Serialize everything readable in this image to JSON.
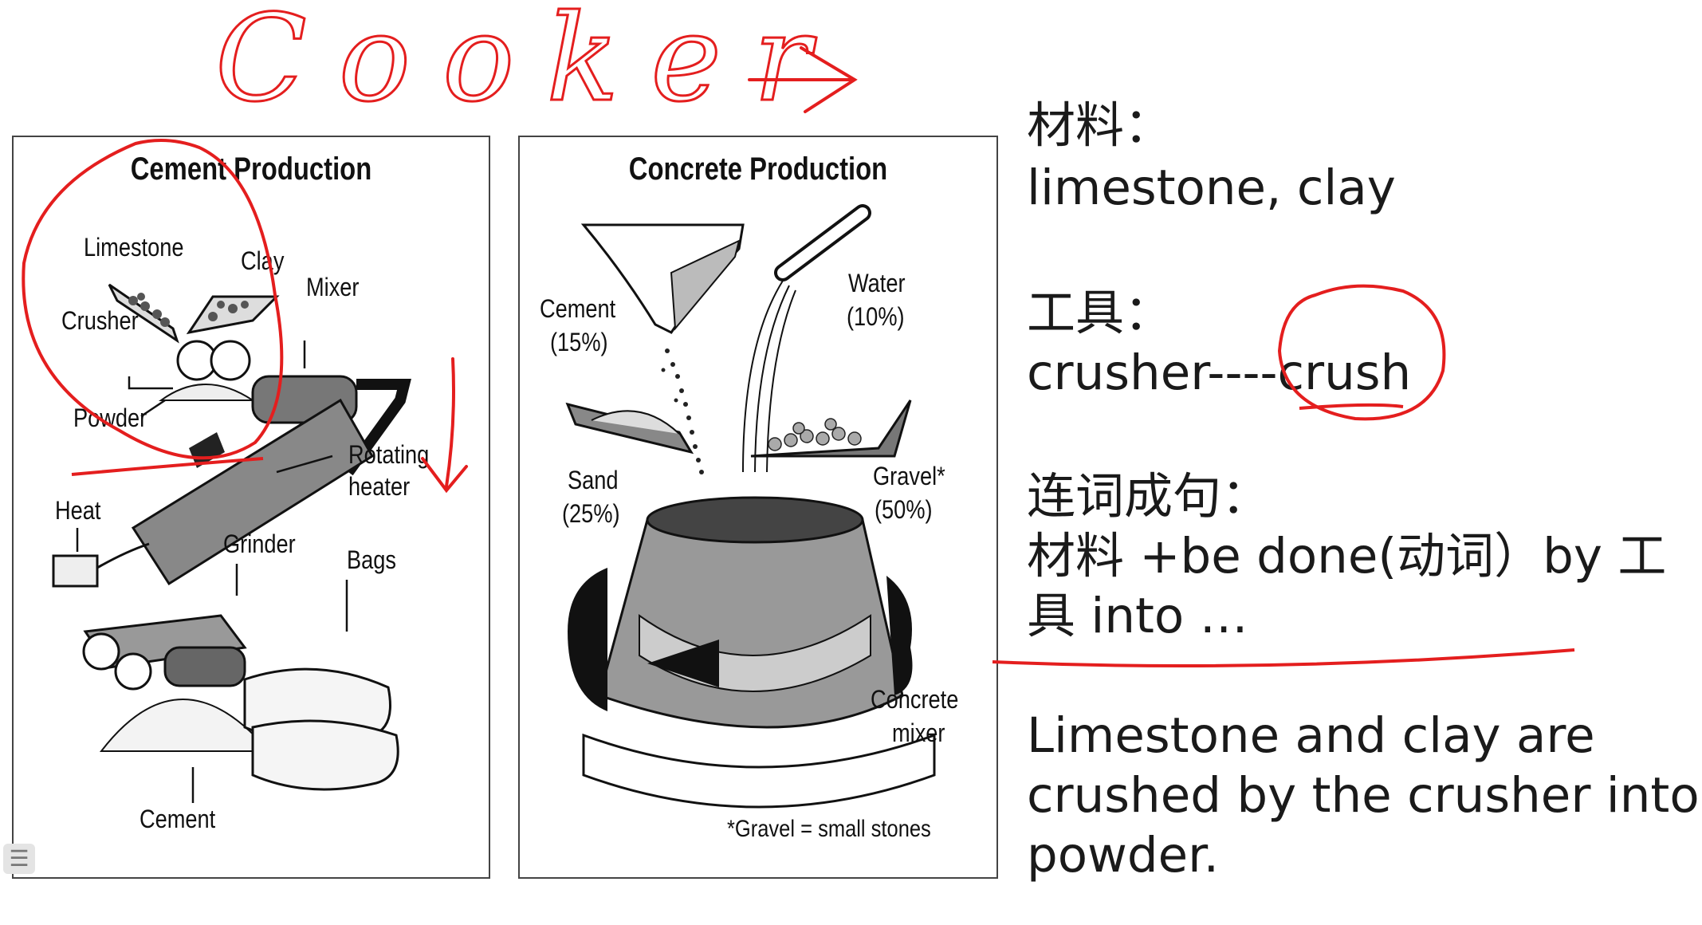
{
  "handwriting": {
    "title": "Cooker",
    "arrow": "→"
  },
  "cement_diagram": {
    "title": "Cement Production",
    "labels": {
      "limestone": "Limestone",
      "clay": "Clay",
      "crusher": "Crusher",
      "mixer": "Mixer",
      "powder": "Powder",
      "rotating": "Rotating",
      "heater": "heater",
      "heat": "Heat",
      "grinder": "Grinder",
      "bags": "Bags",
      "cement": "Cement"
    }
  },
  "concrete_diagram": {
    "title": "Concrete Production",
    "labels": {
      "cement": "Cement",
      "cement_pct": "(15%)",
      "water": "Water",
      "water_pct": "(10%)",
      "sand": "Sand",
      "sand_pct": "(25%)",
      "gravel": "Gravel*",
      "gravel_pct": "(50%)",
      "concrete": "Concrete",
      "mixer": "mixer"
    },
    "footnote": "*Gravel = small stones"
  },
  "notes": {
    "materials_heading": "材料：",
    "materials": "limestone, clay",
    "tools_heading": "工具：",
    "tools": "crusher----crush",
    "phrase_heading": "连词成句：",
    "pattern_line1": "材料 +be done(动词）by 工",
    "pattern_line2": "具 into …",
    "sentence_line1": "Limestone and clay are",
    "sentence_line2": "crushed by the crusher into",
    "sentence_line3": "powder."
  },
  "ink_color": "#e41e1e",
  "menu_icon": "☰"
}
